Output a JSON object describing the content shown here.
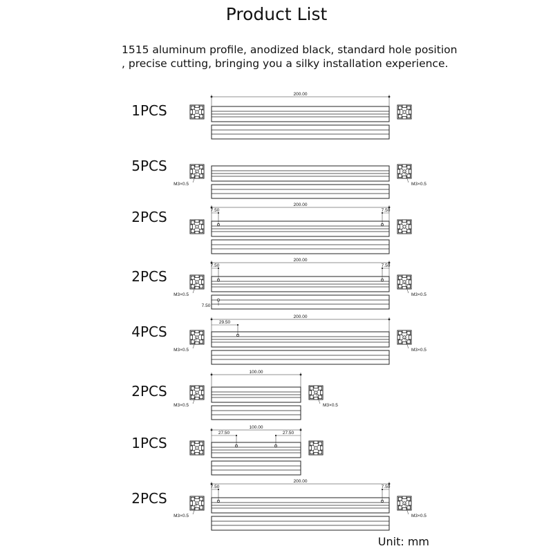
{
  "title": "Product List",
  "description": {
    "line1": "1515 aluminum profile, anodized black, standard hole position",
    "line2": ", precise cutting, bringing you a silky installation experience."
  },
  "unit": "Unit: mm",
  "items": [
    {
      "qty": "1PCS",
      "length": "200.00",
      "left_tap": "",
      "right_tap": "",
      "holes": [],
      "side_holes": [],
      "side_label": ""
    },
    {
      "qty": "5PCS",
      "length": "",
      "left_tap": "M3×0.5",
      "right_tap": "M3×0.5",
      "holes": [],
      "side_holes": [],
      "side_label": ""
    },
    {
      "qty": "2PCS",
      "length": "200.00",
      "left_tap": "",
      "right_tap": "",
      "holes": [
        {
          "label": "7.50",
          "side": "left"
        },
        {
          "label": "7.50",
          "side": "right"
        }
      ],
      "side_holes": [],
      "side_label": ""
    },
    {
      "qty": "2PCS",
      "length": "200.00",
      "left_tap": "M3×0.5",
      "right_tap": "M3×0.5",
      "holes": [
        {
          "label": "7.50",
          "side": "left"
        },
        {
          "label": "7.50",
          "side": "right"
        }
      ],
      "side_holes": [
        {
          "label": "7.50",
          "side": "left"
        }
      ],
      "side_label": "7.50"
    },
    {
      "qty": "4PCS",
      "length": "200.00",
      "left_tap": "M3×0.5",
      "right_tap": "M3×0.5",
      "holes": [
        {
          "label": "29.50",
          "side": "left"
        }
      ],
      "side_holes": [],
      "side_label": ""
    },
    {
      "qty": "2PCS",
      "length": "100.00",
      "left_tap": "M3×0.5",
      "right_tap": "M3×0.5",
      "holes": [],
      "side_holes": [],
      "side_label": ""
    },
    {
      "qty": "1PCS",
      "length": "100.00",
      "left_tap": "",
      "right_tap": "",
      "holes": [
        {
          "label": "27.50",
          "side": "left"
        },
        {
          "label": "27.50",
          "side": "right"
        }
      ],
      "side_holes": [],
      "side_label": ""
    },
    {
      "qty": "2PCS",
      "length": "200.00",
      "left_tap": "M3×0.5",
      "right_tap": "M3×0.5",
      "holes": [
        {
          "label": "7.50",
          "side": "left"
        },
        {
          "label": "7.50",
          "side": "right"
        }
      ],
      "side_holes": [],
      "side_label": ""
    }
  ]
}
